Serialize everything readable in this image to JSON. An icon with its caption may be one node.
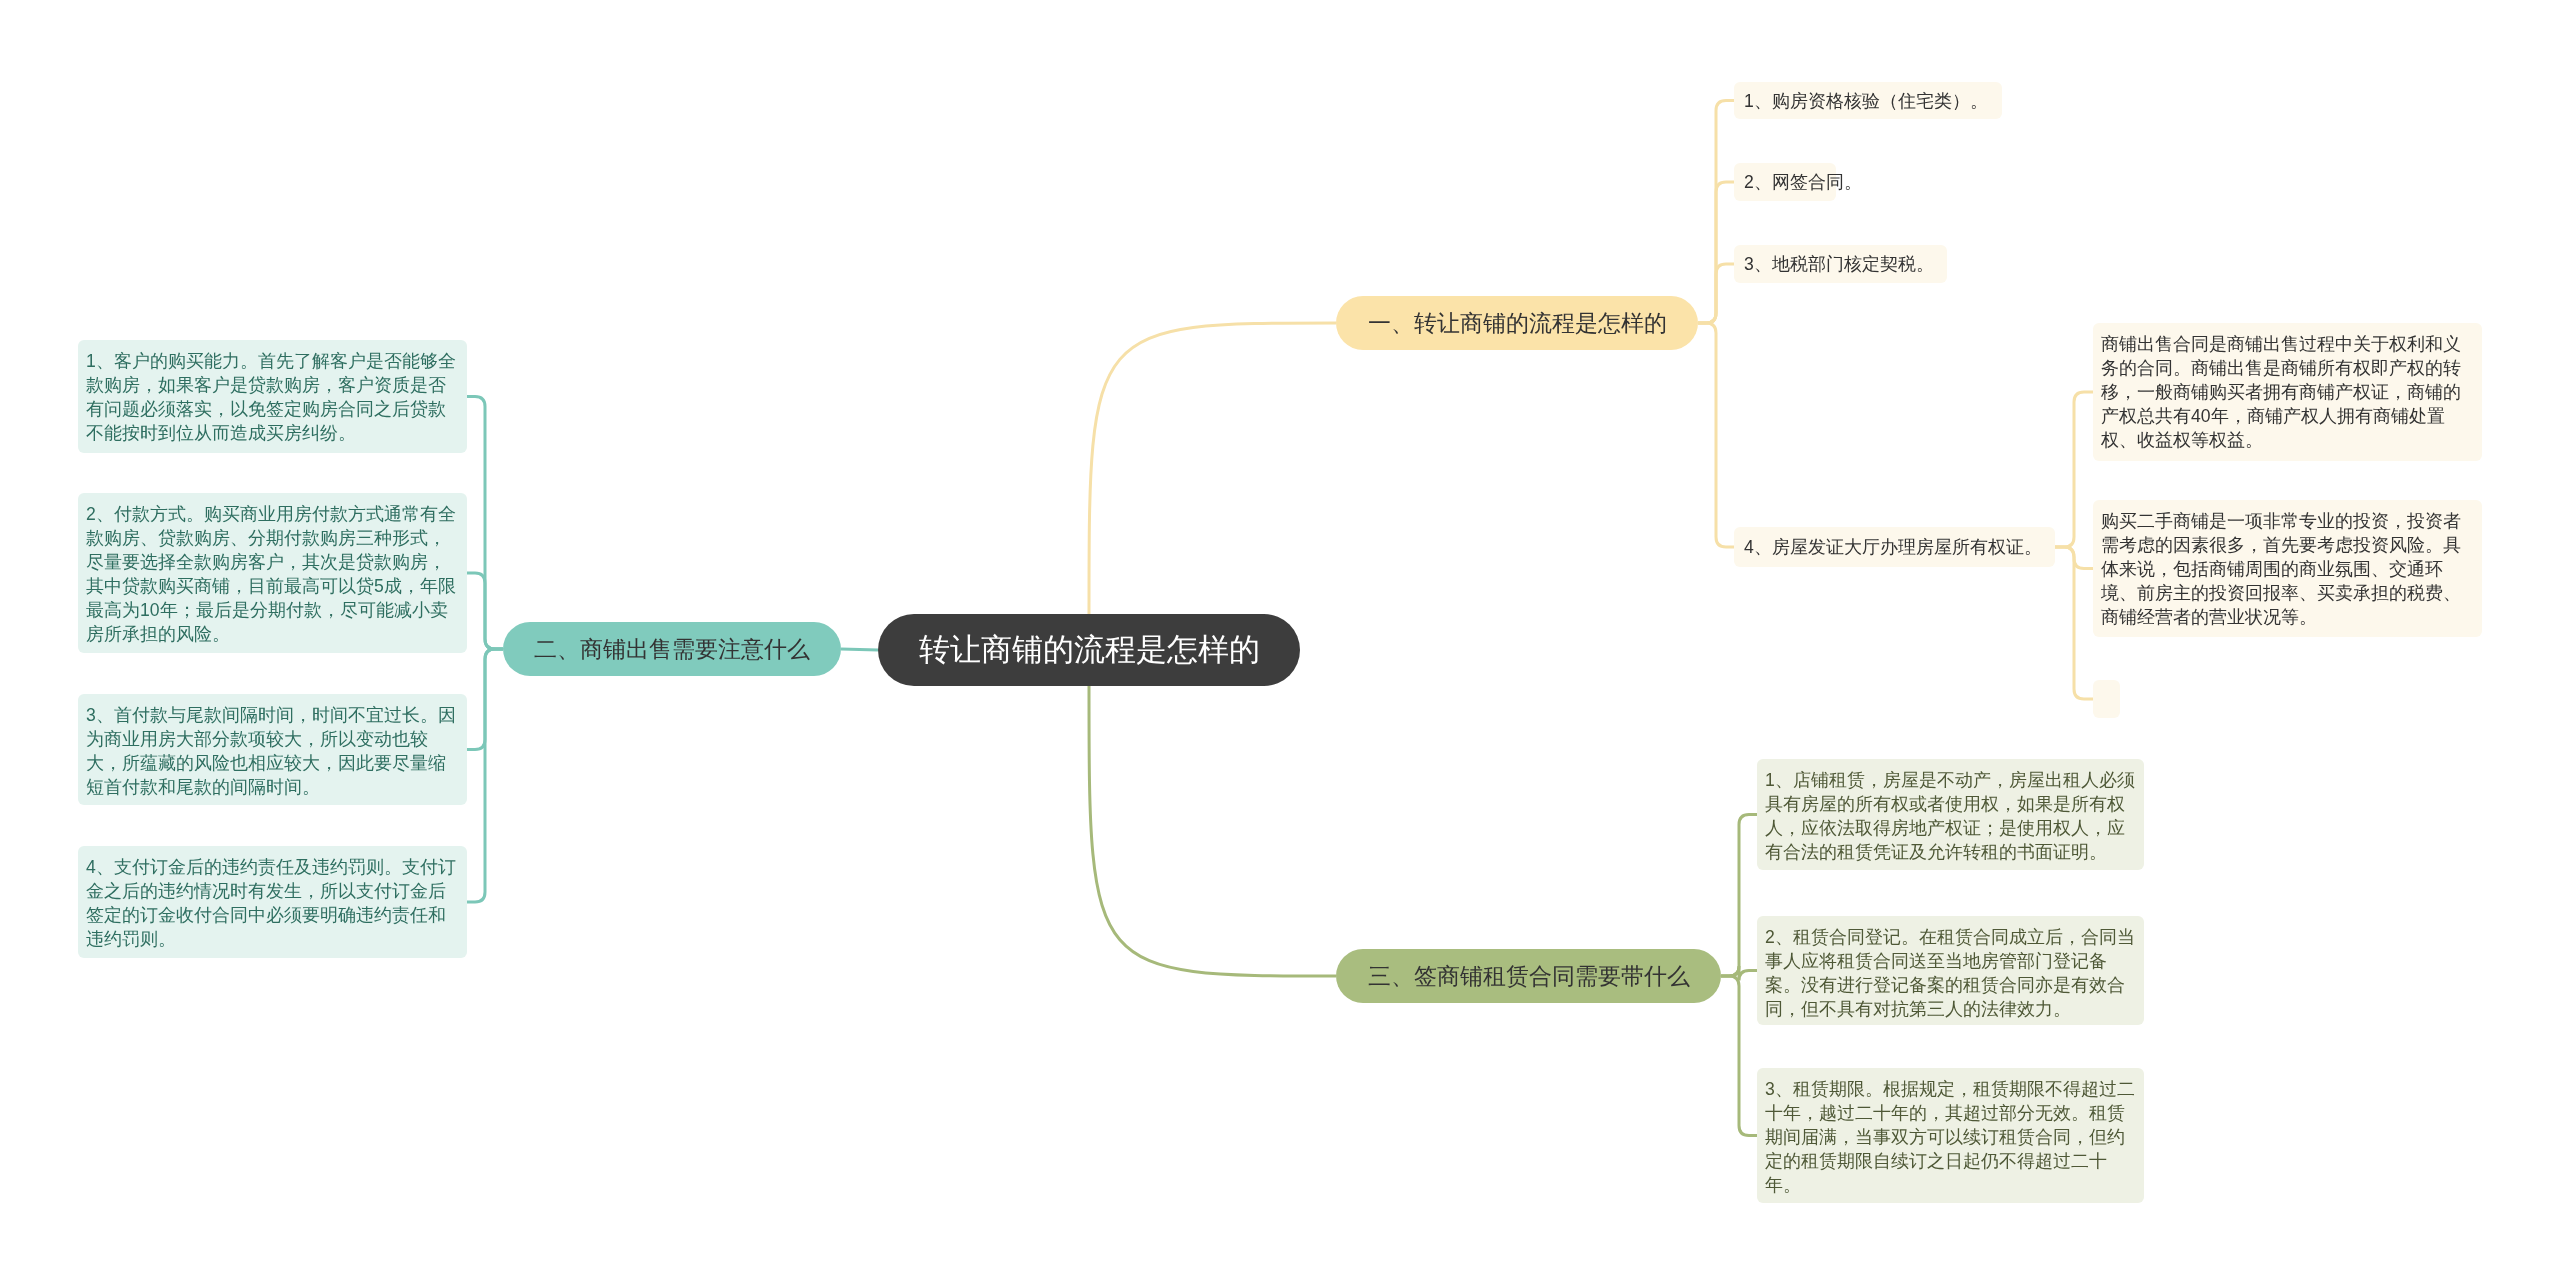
{
  "diagram": {
    "nodes": [
      {
        "text": [
          "转让商铺的流程是怎样的"
        ]
      },
      {
        "text": [
          "一、转让商铺的流程是怎样的"
        ]
      },
      {
        "text": [
          "1、购房资格核验（住宅类）。"
        ]
      },
      {
        "text": [
          "2、网签合同。"
        ]
      },
      {
        "text": [
          "3、地税部门核定契税。"
        ]
      },
      {
        "text": [
          "4、房屋发证大厅办理房屋所有权证。"
        ]
      },
      {
        "text": [
          "商铺出售合同是商铺出售过程中关于权利和义务的合同。商铺出售是商铺所有权即产权的转移，一般商铺购买者拥有商铺产权证，商铺的产权总共有40年，商铺产权人拥有商铺处置权、收益权等权益。"
        ]
      },
      {
        "text": [
          "购买二手商铺是一项非常专业的投资，投资者需考虑的因素很多，首先要考虑投资风险。具体来说，包括商铺周围的商业氛围、交通环境、前房主的投资回报率、买卖承担的税费、商铺经营者的营业状况等。"
        ]
      },
      {
        "text": [],
        "shape": "box"
      },
      {
        "text": [
          "二、商铺出售需要注意什么"
        ]
      },
      {
        "text": [
          "1、客户的购买能力。首先了解客户是否能够全款购房，如果客户是贷款购房，客户资质是否有问题必须落实，以免签定购房合同之后贷款不能按时到位从而造成买房纠纷。"
        ]
      },
      {
        "text": [
          "2、付款方式。购买商业用房付款方式通常有全款购房、贷款购房、分期付款购房三种形式，尽量要选择全款购房客户，其次是贷款购房，其中贷款购买商铺，目前最高可以贷5成，年限最高为10年；最后是分期付款，尽可能减小卖房所承担的风险。"
        ]
      },
      {
        "text": [
          "3、首付款与尾款间隔时间，时间不宜过长。因为商业用房大部分款项较大，所以变动也较大，所蕴藏的风险也相应较大，因此要尽量缩短首付款和尾款的间隔时间。"
        ]
      },
      {
        "text": [
          "4、支付订金后的违约责任及违约罚则。支付订金之后的违约情况时有发生，所以支付订金后签定的订金收付合同中必须要明确违约责任和违约罚则。"
        ]
      },
      {
        "text": [
          "三、签商铺租赁合同需要带什么"
        ]
      },
      {
        "text": [
          "1、店铺租赁，房屋是不动产，房屋出租人必须具有房屋的所有权或者使用权，如果是所有权人，应依法取得房地产权证；是使用权人，应有合法的租赁凭证及允许转租的书面证明。"
        ]
      },
      {
        "text": [
          "2、租赁合同登记。在租赁合同成立后，合同当事人应将租赁合同送至当地房管部门登记备案。没有进行登记备案的租赁合同亦是有效合同，但不具有对抗第三人的法律效力。"
        ]
      },
      {
        "text": [
          "3、租赁期限。根据规定，租赁期限不得超过二十年，越过二十年的，其超过部分无效。租赁期间届满，当事双方可以续订租赁合同，但约定的租赁期限自续订之日起仍不得超过二十年。"
        ]
      }
    ],
    "edges": [
      {
        "from": 0,
        "to": 1,
        "arrow": "none",
        "color": "#f6e0a8"
      },
      {
        "from": 1,
        "to": 2,
        "arrow": "none",
        "color": "#f6e0a8"
      },
      {
        "from": 1,
        "to": 3,
        "arrow": "none",
        "color": "#f6e0a8"
      },
      {
        "from": 1,
        "to": 4,
        "arrow": "none",
        "color": "#f6e0a8"
      },
      {
        "from": 1,
        "to": 5,
        "arrow": "none",
        "color": "#f6e0a8"
      },
      {
        "from": 5,
        "to": 6,
        "arrow": "none",
        "color": "#f6e0a8"
      },
      {
        "from": 5,
        "to": 7,
        "arrow": "none",
        "color": "#f6e0a8"
      },
      {
        "from": 5,
        "to": 8,
        "arrow": "none",
        "color": "#f6e0a8"
      },
      {
        "from": 0,
        "to": 9,
        "arrow": "none",
        "color": "#7cc7b8"
      },
      {
        "from": 9,
        "to": 10,
        "arrow": "none",
        "color": "#7cc7b8"
      },
      {
        "from": 9,
        "to": 11,
        "arrow": "none",
        "color": "#7cc7b8"
      },
      {
        "from": 9,
        "to": 12,
        "arrow": "none",
        "color": "#7cc7b8"
      },
      {
        "from": 9,
        "to": 13,
        "arrow": "none",
        "color": "#7cc7b8"
      },
      {
        "from": 0,
        "to": 14,
        "arrow": "none",
        "color": "#a6b97a"
      },
      {
        "from": 14,
        "to": 15,
        "arrow": "none",
        "color": "#a6b97a"
      },
      {
        "from": 14,
        "to": 16,
        "arrow": "none",
        "color": "#a6b97a"
      },
      {
        "from": 14,
        "to": 17,
        "arrow": "none",
        "color": "#a6b97a"
      }
    ]
  }
}
